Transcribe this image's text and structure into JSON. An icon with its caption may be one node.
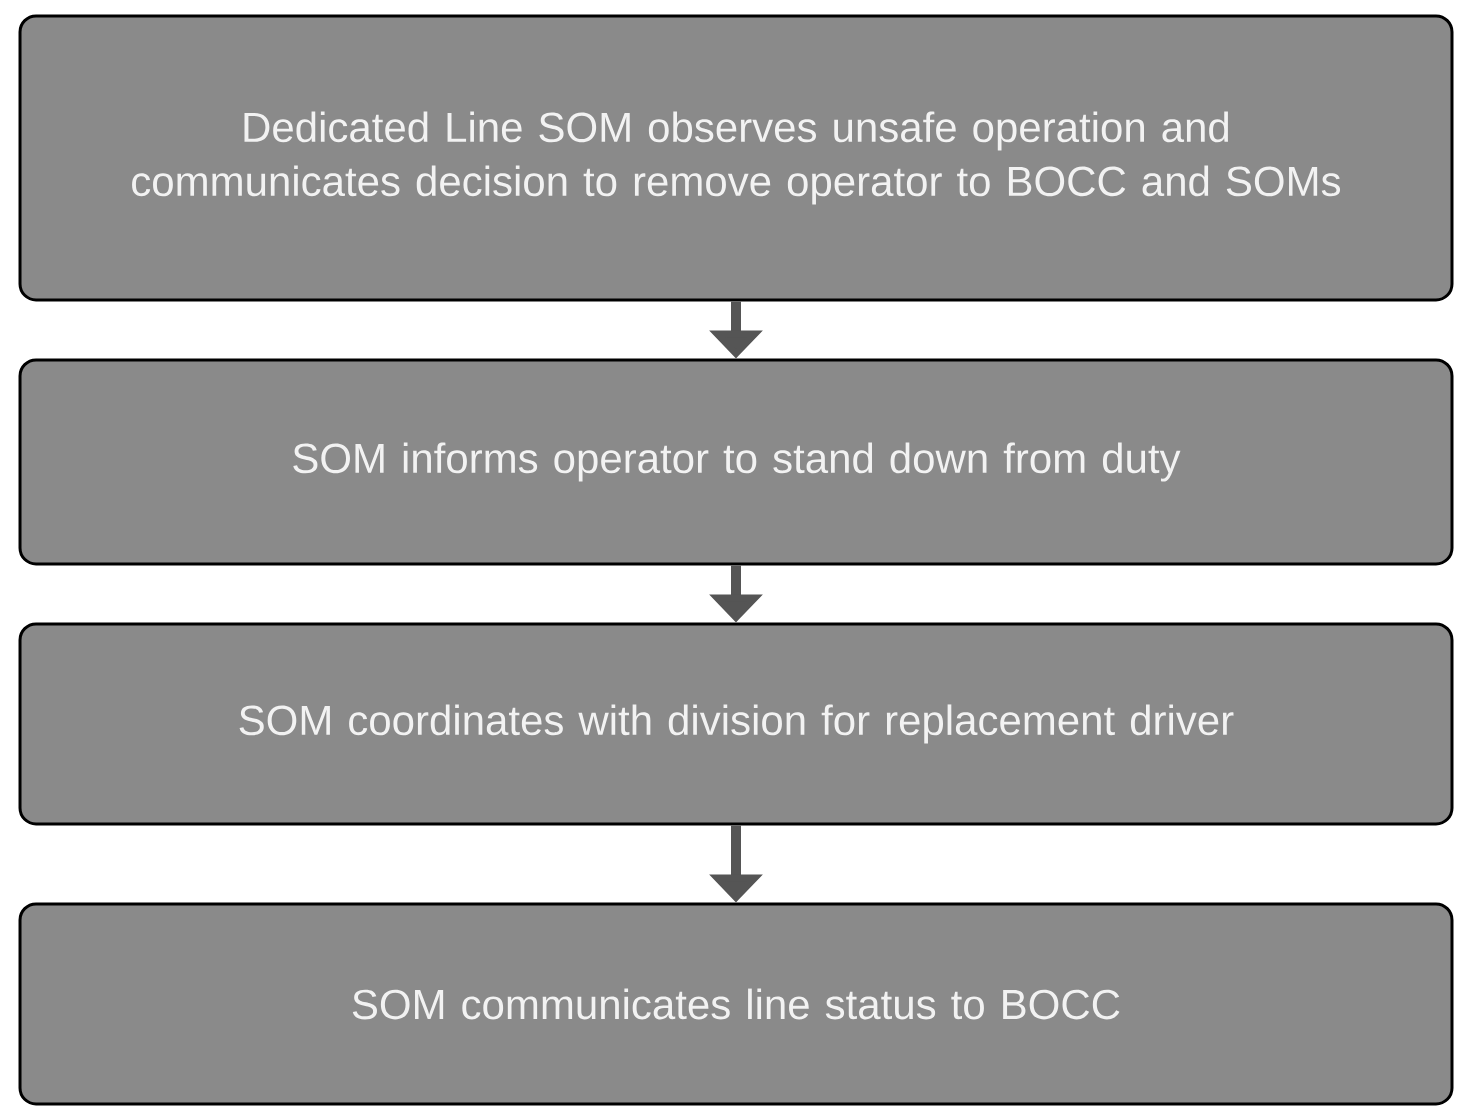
{
  "diagram": {
    "nodes": [
      {
        "text": [
          "Dedicated Line SOM observes unsafe operation and communicates decision to remove operator to BOCC and SOMs"
        ]
      },
      {
        "text": [
          "SOM informs operator to stand down from duty"
        ]
      },
      {
        "text": [
          "SOM coordinates with division for replacement driver"
        ]
      },
      {
        "text": [
          "SOM communicates line status to BOCC"
        ]
      }
    ],
    "edges": [
      {
        "from": 0,
        "to": 1,
        "arrow": "to"
      },
      {
        "from": 1,
        "to": 2,
        "arrow": "to"
      },
      {
        "from": 2,
        "to": 3,
        "arrow": "to"
      }
    ]
  }
}
